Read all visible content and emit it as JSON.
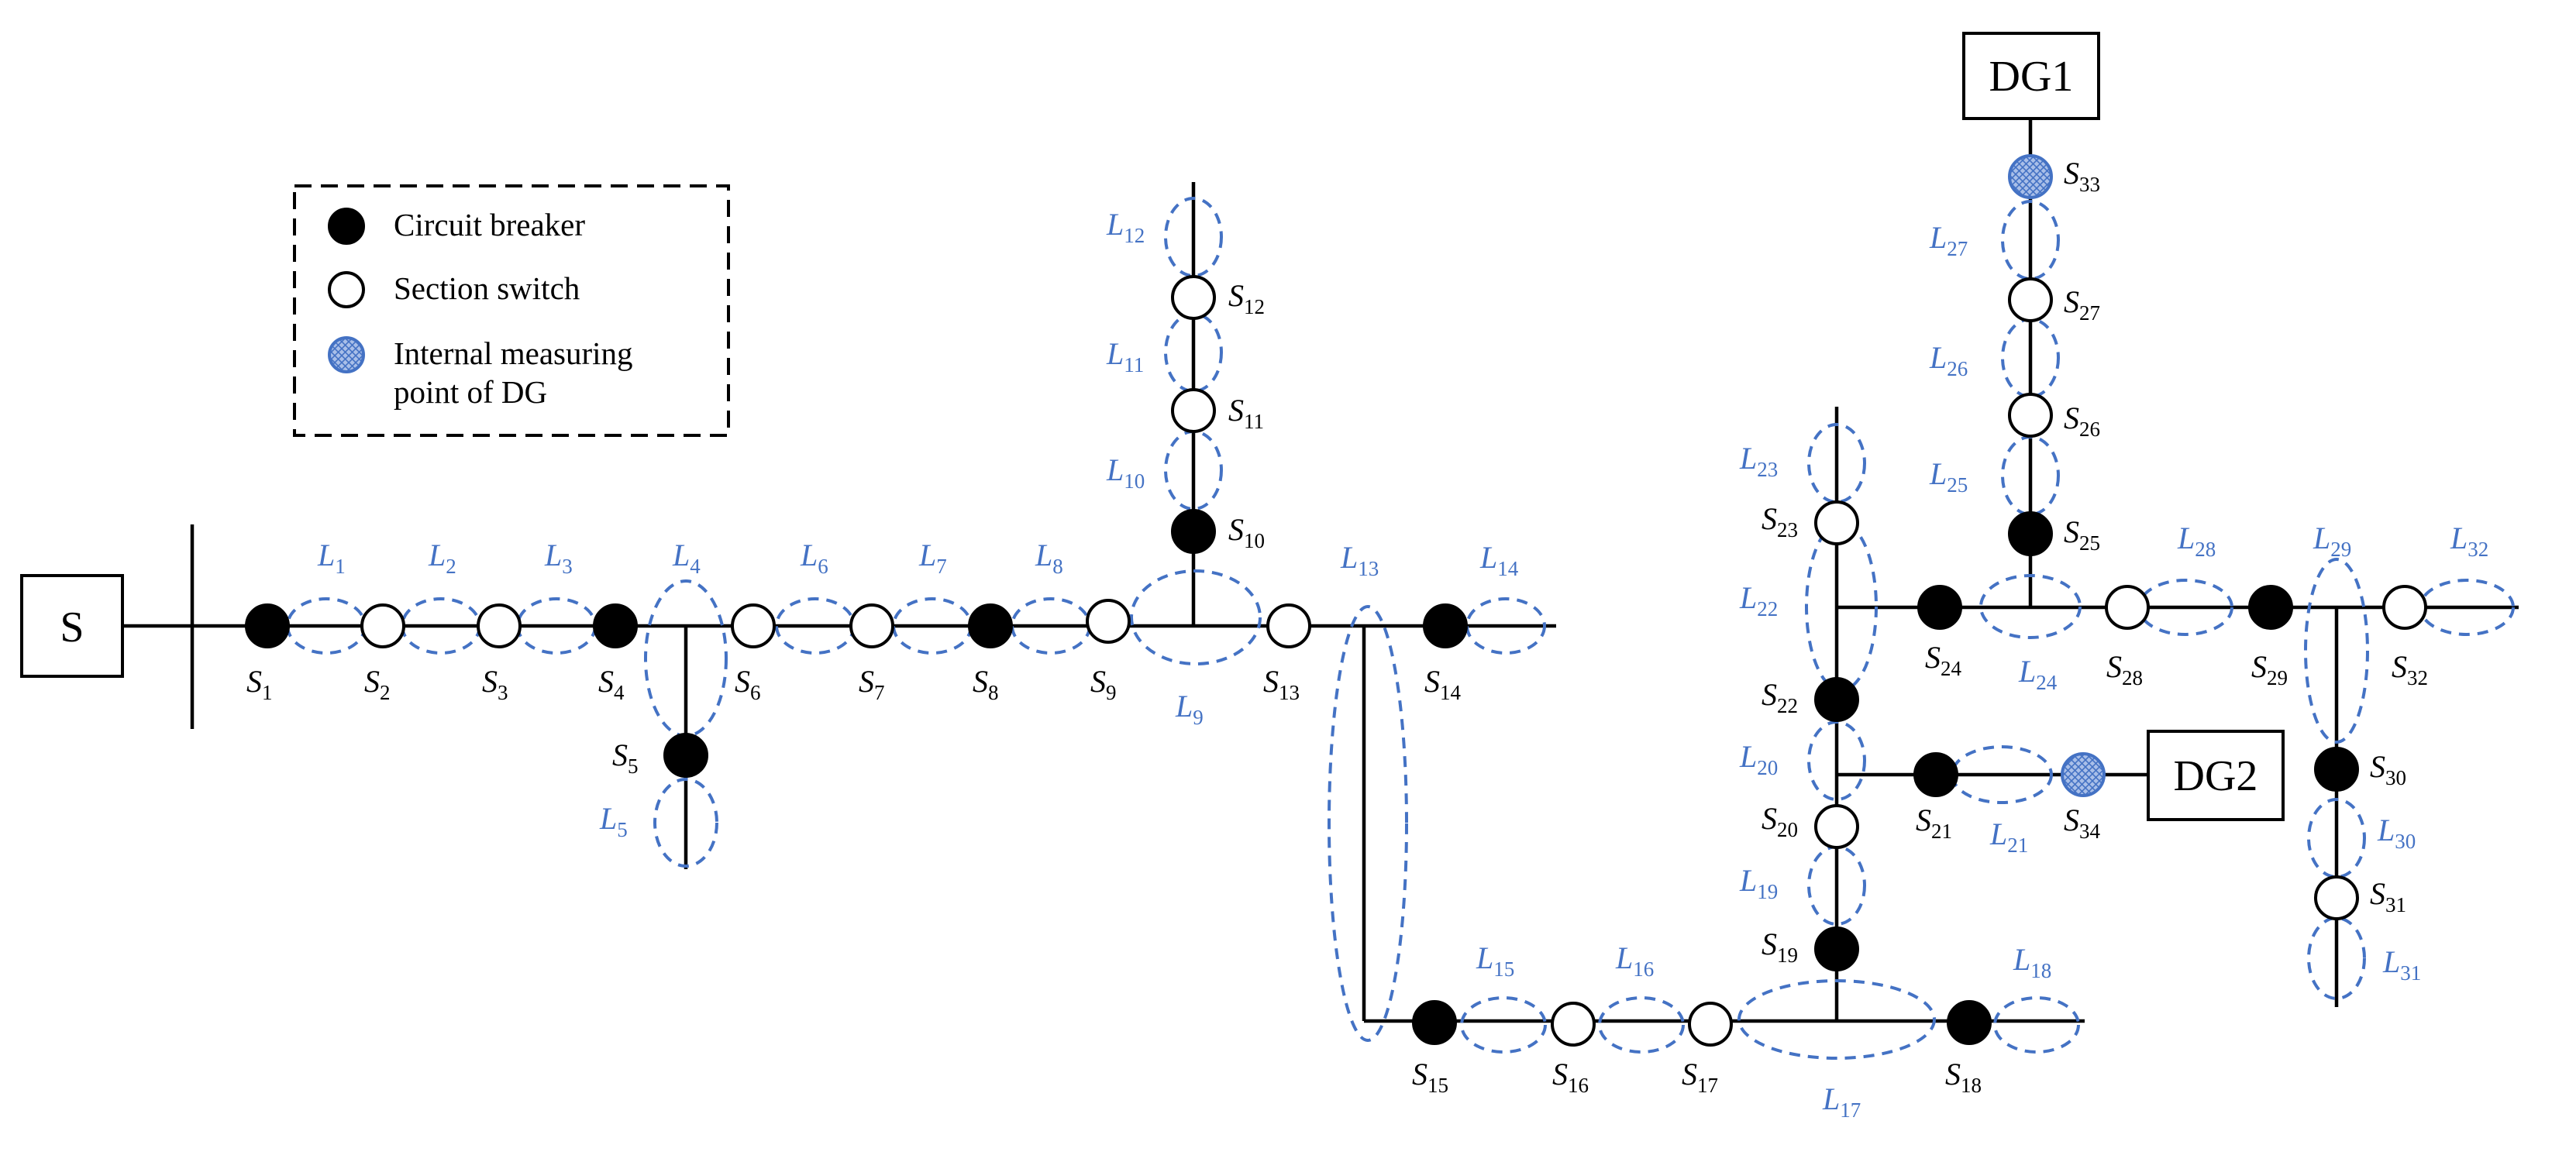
{
  "source": {
    "label": "S"
  },
  "dg_units": {
    "dg1": {
      "label": "DG1"
    },
    "dg2": {
      "label": "DG2"
    }
  },
  "legend": {
    "circuit_breaker": "Circuit breaker",
    "section_switch": "Section switch",
    "internal_measuring_line1": "Internal measuring",
    "internal_measuring_line2": "point of DG"
  },
  "switch_types": {
    "circuit_breaker": [
      "1",
      "4",
      "5",
      "8",
      "10",
      "14",
      "15",
      "18",
      "19",
      "21",
      "22",
      "24",
      "25",
      "29",
      "30"
    ],
    "section_switch": [
      "2",
      "3",
      "6",
      "7",
      "9",
      "11",
      "12",
      "13",
      "16",
      "17",
      "20",
      "23",
      "26",
      "27",
      "28",
      "31",
      "32"
    ],
    "internal_measuring_point": [
      "33",
      "34"
    ]
  },
  "switch_labels": {
    "S1": {
      "main": "S",
      "sub": "1"
    },
    "S2": {
      "main": "S",
      "sub": "2"
    },
    "S3": {
      "main": "S",
      "sub": "3"
    },
    "S4": {
      "main": "S",
      "sub": "4"
    },
    "S5": {
      "main": "S",
      "sub": "5"
    },
    "S6": {
      "main": "S",
      "sub": "6"
    },
    "S7": {
      "main": "S",
      "sub": "7"
    },
    "S8": {
      "main": "S",
      "sub": "8"
    },
    "S9": {
      "main": "S",
      "sub": "9"
    },
    "S10": {
      "main": "S",
      "sub": "10"
    },
    "S11": {
      "main": "S",
      "sub": "11"
    },
    "S12": {
      "main": "S",
      "sub": "12"
    },
    "S13": {
      "main": "S",
      "sub": "13"
    },
    "S14": {
      "main": "S",
      "sub": "14"
    },
    "S15": {
      "main": "S",
      "sub": "15"
    },
    "S16": {
      "main": "S",
      "sub": "16"
    },
    "S17": {
      "main": "S",
      "sub": "17"
    },
    "S18": {
      "main": "S",
      "sub": "18"
    },
    "S19": {
      "main": "S",
      "sub": "19"
    },
    "S20": {
      "main": "S",
      "sub": "20"
    },
    "S21": {
      "main": "S",
      "sub": "21"
    },
    "S22": {
      "main": "S",
      "sub": "22"
    },
    "S23": {
      "main": "S",
      "sub": "23"
    },
    "S24": {
      "main": "S",
      "sub": "24"
    },
    "S25": {
      "main": "S",
      "sub": "25"
    },
    "S26": {
      "main": "S",
      "sub": "26"
    },
    "S27": {
      "main": "S",
      "sub": "27"
    },
    "S28": {
      "main": "S",
      "sub": "28"
    },
    "S29": {
      "main": "S",
      "sub": "29"
    },
    "S30": {
      "main": "S",
      "sub": "30"
    },
    "S31": {
      "main": "S",
      "sub": "31"
    },
    "S32": {
      "main": "S",
      "sub": "32"
    },
    "S33": {
      "main": "S",
      "sub": "33"
    },
    "S34": {
      "main": "S",
      "sub": "34"
    }
  },
  "segment_labels": {
    "L1": {
      "main": "L",
      "sub": "1"
    },
    "L2": {
      "main": "L",
      "sub": "2"
    },
    "L3": {
      "main": "L",
      "sub": "3"
    },
    "L4": {
      "main": "L",
      "sub": "4"
    },
    "L5": {
      "main": "L",
      "sub": "5"
    },
    "L6": {
      "main": "L",
      "sub": "6"
    },
    "L7": {
      "main": "L",
      "sub": "7"
    },
    "L8": {
      "main": "L",
      "sub": "8"
    },
    "L9": {
      "main": "L",
      "sub": "9"
    },
    "L10": {
      "main": "L",
      "sub": "10"
    },
    "L11": {
      "main": "L",
      "sub": "11"
    },
    "L12": {
      "main": "L",
      "sub": "12"
    },
    "L13": {
      "main": "L",
      "sub": "13"
    },
    "L14": {
      "main": "L",
      "sub": "14"
    },
    "L15": {
      "main": "L",
      "sub": "15"
    },
    "L16": {
      "main": "L",
      "sub": "16"
    },
    "L17": {
      "main": "L",
      "sub": "17"
    },
    "L18": {
      "main": "L",
      "sub": "18"
    },
    "L19": {
      "main": "L",
      "sub": "19"
    },
    "L20": {
      "main": "L",
      "sub": "20"
    },
    "L21": {
      "main": "L",
      "sub": "21"
    },
    "L22": {
      "main": "L",
      "sub": "22"
    },
    "L23": {
      "main": "L",
      "sub": "23"
    },
    "L24": {
      "main": "L",
      "sub": "24"
    },
    "L25": {
      "main": "L",
      "sub": "25"
    },
    "L26": {
      "main": "L",
      "sub": "26"
    },
    "L27": {
      "main": "L",
      "sub": "27"
    },
    "L28": {
      "main": "L",
      "sub": "28"
    },
    "L29": {
      "main": "L",
      "sub": "29"
    },
    "L30": {
      "main": "L",
      "sub": "30"
    },
    "L31": {
      "main": "L",
      "sub": "31"
    },
    "L32": {
      "main": "L",
      "sub": "32"
    }
  },
  "colors": {
    "segment_boundary": "#4472C4",
    "line": "#000000",
    "measuring_point_fill": "#A9BFE8"
  }
}
